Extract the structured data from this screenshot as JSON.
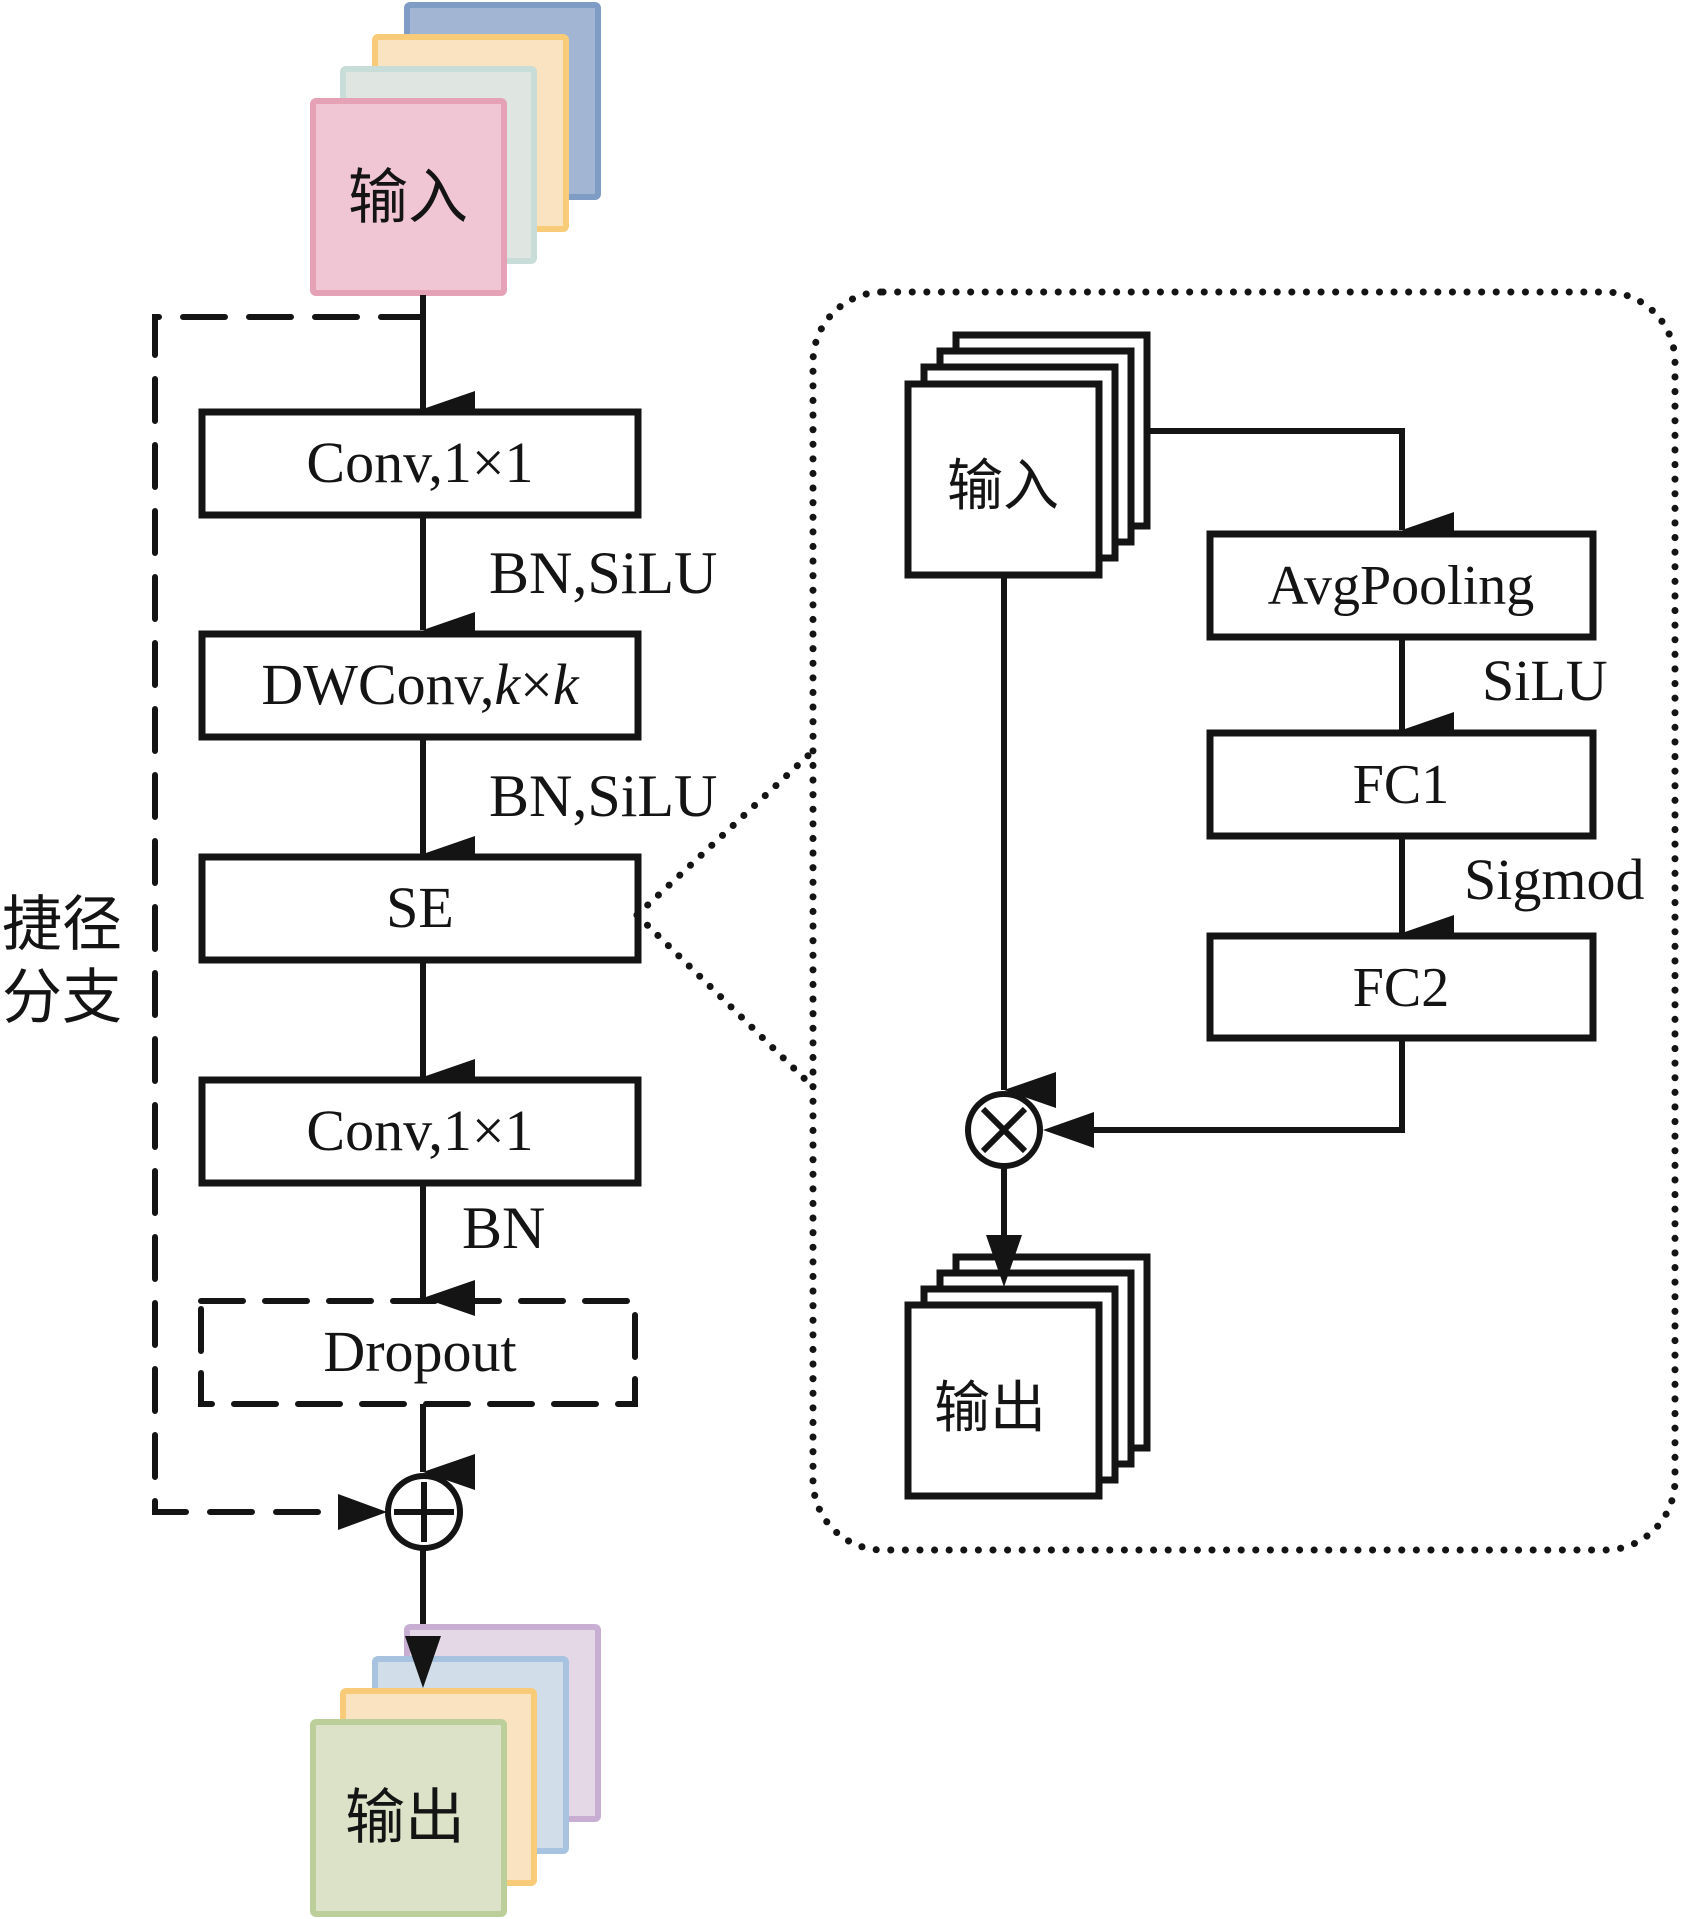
{
  "main_branch": {
    "input_label": "输入",
    "output_label": "输出",
    "shortcut_label_line1": "捷径",
    "shortcut_label_line2": "分支",
    "blocks": [
      {
        "id": "conv1",
        "label": "Conv,1×1",
        "style": "solid"
      },
      {
        "id": "dwconv",
        "label_prefix": "DWConv,",
        "label_italic": "k",
        "label_mid": "×",
        "label_italic2": "k",
        "style": "solid"
      },
      {
        "id": "se",
        "label": "SE",
        "style": "solid"
      },
      {
        "id": "conv2",
        "label": "Conv,1×1",
        "style": "solid"
      },
      {
        "id": "dropout",
        "label": "Dropout",
        "style": "dashed"
      }
    ],
    "edge_labels": {
      "conv1_to_dwconv": "BN,SiLU",
      "dwconv_to_se": "BN,SiLU",
      "conv2_to_dropout": "BN"
    },
    "merge_operator": "add",
    "input_layer_colors": [
      {
        "fill": "#a2b5d3",
        "stroke": "#7f9cc5"
      },
      {
        "fill": "#f9e3c0",
        "stroke": "#f8cb78"
      },
      {
        "fill": "#dfe5e0",
        "stroke": "#c8dcd8"
      },
      {
        "fill": "#f0c6d4",
        "stroke": "#e5a2b6"
      }
    ],
    "output_layer_colors": [
      {
        "fill": "#e4d8e6",
        "stroke": "#c9aed3"
      },
      {
        "fill": "#d1dde8",
        "stroke": "#a8c3e0"
      },
      {
        "fill": "#f9e3c0",
        "stroke": "#f8cb78"
      },
      {
        "fill": "#dbe2c8",
        "stroke": "#bccf9a"
      }
    ]
  },
  "se_detail": {
    "input_label": "输入",
    "output_label": "输出",
    "blocks": [
      {
        "id": "avgpool",
        "label": "AvgPooling"
      },
      {
        "id": "fc1",
        "label": "FC1"
      },
      {
        "id": "fc2",
        "label": "FC2"
      }
    ],
    "edge_labels": {
      "avgpool_to_fc1": "SiLU",
      "fc1_to_fc2": "Sigmod"
    },
    "merge_operator": "multiply"
  }
}
